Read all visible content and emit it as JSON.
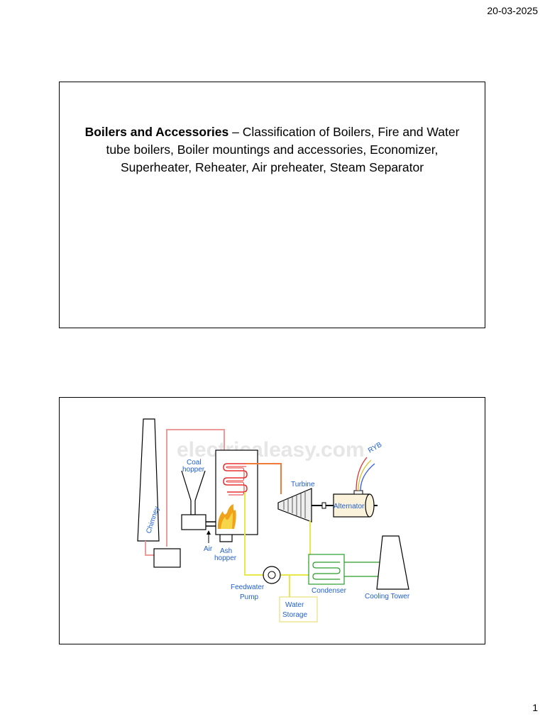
{
  "header": {
    "date": "20-03-2025"
  },
  "footer": {
    "page_number": "1"
  },
  "slide1": {
    "title_bold": "Boilers and Accessories",
    "body": " – Classification of Boilers, Fire and Water tube boilers, Boiler mountings and accessories, Economizer, Superheater, Reheater, Air preheater, Steam Separator"
  },
  "slide2": {
    "diagram": {
      "watermark": "electricaleasy.com",
      "labels": {
        "coal": "Coal",
        "hopper": "hopper",
        "chimney": "Chimney",
        "air": "Air",
        "ash": "Ash",
        "ash_hopper": "hopper",
        "turbine": "Turbine",
        "alternator": "Alternator",
        "ryb": "RYB",
        "feedwater": "Feedwater",
        "pump": "Pump",
        "condenser": "Condenser",
        "cooling_tower": "Cooling Tower",
        "water": "Water",
        "storage": "Storage"
      }
    }
  }
}
